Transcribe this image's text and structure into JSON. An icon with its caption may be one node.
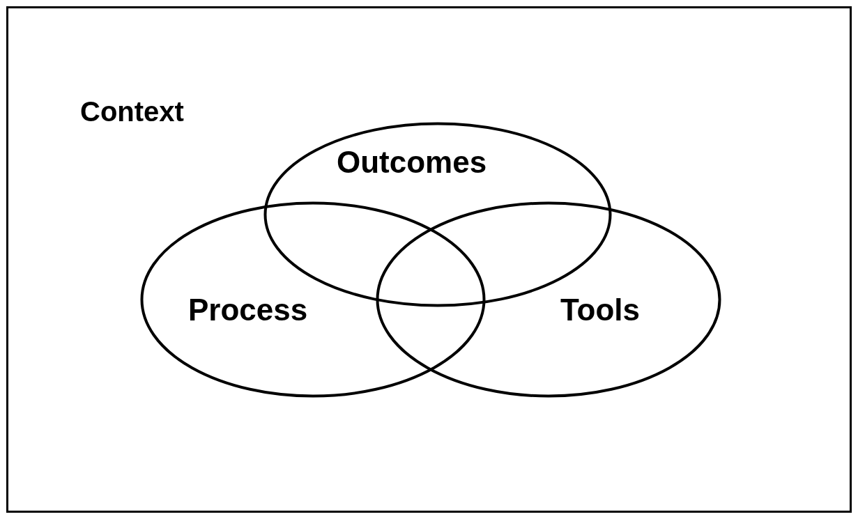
{
  "diagram": {
    "nodes": [
      {
        "text": [
          "Context"
        ]
      },
      {
        "text": [
          "Outcomes"
        ],
        "in": 0
      },
      {
        "text": [
          "Process"
        ],
        "in": 0
      },
      {
        "text": [
          "Tools"
        ],
        "in": 0
      }
    ]
  }
}
